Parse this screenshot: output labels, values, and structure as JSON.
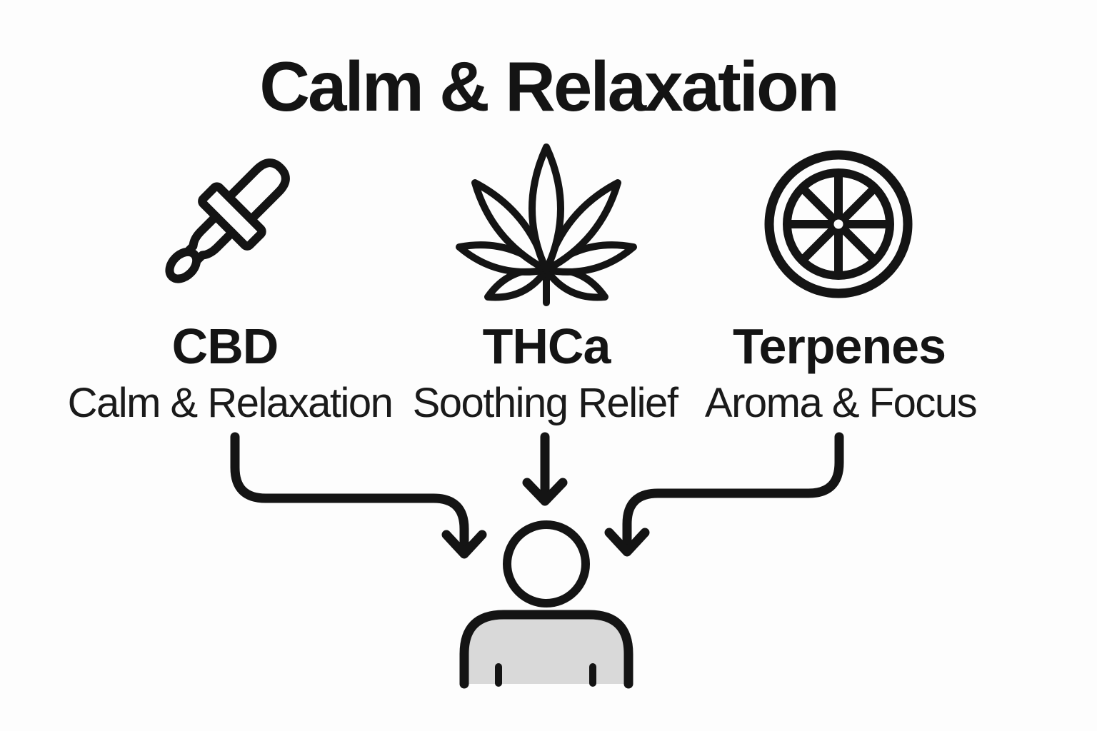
{
  "title": "Calm & Relaxation",
  "columns": [
    {
      "heading": "CBD",
      "subheading": "Calm & Relaxation",
      "icon": "dropper-icon"
    },
    {
      "heading": "THCa",
      "subheading": "Soothing Relief",
      "icon": "cannabis-leaf-icon"
    },
    {
      "heading": "Terpenes",
      "subheading": "Aroma & Focus",
      "icon": "citrus-slice-icon"
    }
  ],
  "flow": {
    "description": "three arrows converge onto person",
    "target_icon": "person-icon"
  },
  "colors": {
    "background": "#fdfdfd",
    "ink": "#141414",
    "person_body_fill": "#d9d9d9"
  }
}
